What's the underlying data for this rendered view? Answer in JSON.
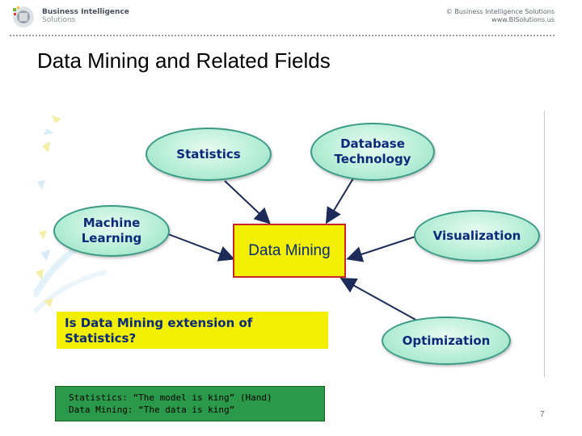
{
  "header": {
    "brand_name": "Business Intelligence",
    "brand_sub": "Solutions",
    "copyright_line1": "© Business Intelligence Solutions",
    "copyright_line2": "www.BISolutions.us"
  },
  "slide": {
    "title": "Data Mining and Related Fields",
    "page_number": "7"
  },
  "diagram": {
    "nodes": {
      "statistics": "Statistics",
      "database_line1": "Database",
      "database_line2": "Technology",
      "ml_line1": "Machine",
      "ml_line2": "Learning",
      "visualization": "Visualization",
      "optimization": "Optimization",
      "center": "Data Mining"
    },
    "question_line1": "Is Data Mining extension of",
    "question_line2": "Statistics?",
    "quote_line1": "Statistics: “The model is king” (Hand)",
    "quote_line2": "Data Mining: “The data is king”"
  },
  "colors": {
    "ellipse_fill": "#b9efd8",
    "ellipse_border": "#3b9a86",
    "label_text": "#0b2a7a",
    "center_fill": "#f2ef02",
    "center_border": "#c62828",
    "quote_fill": "#2a9a4a"
  }
}
